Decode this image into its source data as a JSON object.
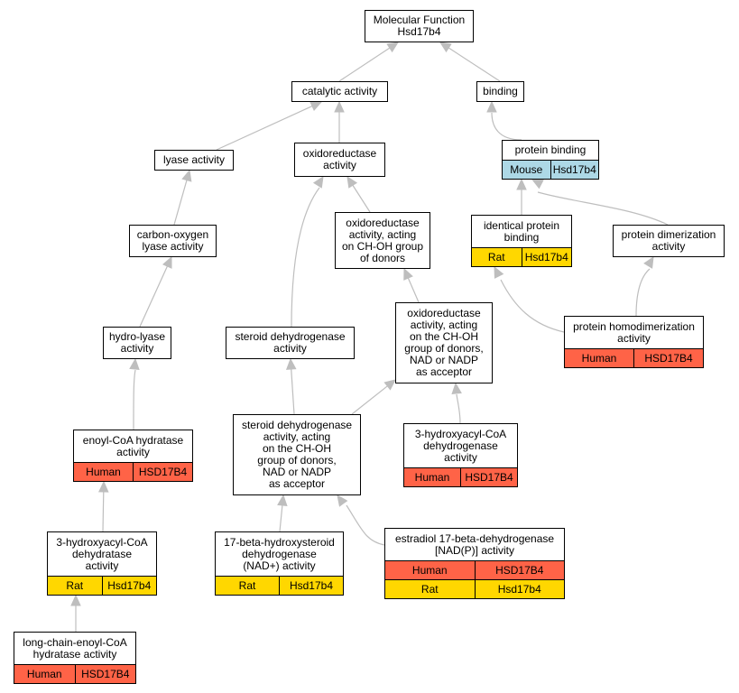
{
  "colors": {
    "human": "#ff6347",
    "rat": "#ffd700",
    "mouse": "#add8e6",
    "edge": "#bebebe"
  },
  "nodes": {
    "mf": {
      "label": "Molecular Function\nHsd17b4",
      "rows": []
    },
    "catalytic": {
      "label": "catalytic activity",
      "rows": []
    },
    "binding": {
      "label": "binding",
      "rows": []
    },
    "lyase": {
      "label": "lyase activity",
      "rows": []
    },
    "oxidoreductase": {
      "label": "oxidoreductase\nactivity",
      "rows": []
    },
    "protein_binding": {
      "label": "protein binding",
      "rows": [
        {
          "species": "Mouse",
          "gene": "Hsd17b4",
          "color": "mouse"
        }
      ]
    },
    "carbon_oxygen": {
      "label": "carbon-oxygen\nlyase activity",
      "rows": []
    },
    "oxido_choh": {
      "label": "oxidoreductase\nactivity, acting\non CH-OH group\nof donors",
      "rows": []
    },
    "identical": {
      "label": "identical protein\nbinding",
      "rows": [
        {
          "species": "Rat",
          "gene": "Hsd17b4",
          "color": "rat"
        }
      ]
    },
    "dimerization": {
      "label": "protein dimerization\nactivity",
      "rows": []
    },
    "oxido_nad": {
      "label": "oxidoreductase\nactivity, acting\non the CH-OH\ngroup of donors,\nNAD or NADP\nas acceptor",
      "rows": []
    },
    "hydro_lyase": {
      "label": "hydro-lyase\nactivity",
      "rows": []
    },
    "steroid_dh": {
      "label": "steroid dehydrogenase\nactivity",
      "rows": []
    },
    "homodimer": {
      "label": "protein homodimerization\nactivity",
      "rows": [
        {
          "species": "Human",
          "gene": "HSD17B4",
          "color": "human"
        }
      ]
    },
    "enoyl": {
      "label": "enoyl-CoA hydratase\nactivity",
      "rows": [
        {
          "species": "Human",
          "gene": "HSD17B4",
          "color": "human"
        }
      ]
    },
    "steroid_nad": {
      "label": "steroid dehydrogenase\nactivity, acting\non the CH-OH\ngroup of donors,\nNAD or NADP\nas acceptor",
      "rows": []
    },
    "hacd_dh": {
      "label": "3-hydroxyacyl-CoA\ndehydrogenase\nactivity",
      "rows": [
        {
          "species": "Human",
          "gene": "HSD17B4",
          "color": "human"
        }
      ]
    },
    "hacd_dt": {
      "label": "3-hydroxyacyl-CoA\ndehydratase\nactivity",
      "rows": [
        {
          "species": "Rat",
          "gene": "Hsd17b4",
          "color": "rat"
        }
      ]
    },
    "b17": {
      "label": "17-beta-hydroxysteroid\ndehydrogenase\n(NAD+) activity",
      "rows": [
        {
          "species": "Rat",
          "gene": "Hsd17b4",
          "color": "rat"
        }
      ]
    },
    "estradiol": {
      "label": "estradiol 17-beta-dehydrogenase\n[NAD(P)] activity",
      "rows": [
        {
          "species": "Human",
          "gene": "HSD17B4",
          "color": "human"
        },
        {
          "species": "Rat",
          "gene": "Hsd17b4",
          "color": "rat"
        }
      ]
    },
    "long_chain": {
      "label": "long-chain-enoyl-CoA\nhydratase activity",
      "rows": [
        {
          "species": "Human",
          "gene": "HSD17B4",
          "color": "human"
        }
      ]
    }
  },
  "edges": [
    {
      "from": "catalytic",
      "to": "mf"
    },
    {
      "from": "binding",
      "to": "mf"
    },
    {
      "from": "lyase",
      "to": "catalytic"
    },
    {
      "from": "oxidoreductase",
      "to": "catalytic"
    },
    {
      "from": "protein_binding",
      "to": "binding"
    },
    {
      "from": "carbon_oxygen",
      "to": "lyase"
    },
    {
      "from": "oxido_choh",
      "to": "oxidoreductase"
    },
    {
      "from": "steroid_dh",
      "to": "oxidoreductase"
    },
    {
      "from": "identical",
      "to": "protein_binding"
    },
    {
      "from": "dimerization",
      "to": "protein_binding"
    },
    {
      "from": "oxido_nad",
      "to": "oxido_choh"
    },
    {
      "from": "hydro_lyase",
      "to": "carbon_oxygen"
    },
    {
      "from": "homodimer",
      "to": "identical"
    },
    {
      "from": "homodimer",
      "to": "dimerization"
    },
    {
      "from": "enoyl",
      "to": "hydro_lyase"
    },
    {
      "from": "steroid_nad",
      "to": "steroid_dh"
    },
    {
      "from": "steroid_nad",
      "to": "oxido_nad"
    },
    {
      "from": "hacd_dh",
      "to": "oxido_nad"
    },
    {
      "from": "hacd_dt",
      "to": "enoyl"
    },
    {
      "from": "b17",
      "to": "steroid_nad"
    },
    {
      "from": "estradiol",
      "to": "steroid_nad"
    },
    {
      "from": "long_chain",
      "to": "hacd_dt"
    }
  ]
}
